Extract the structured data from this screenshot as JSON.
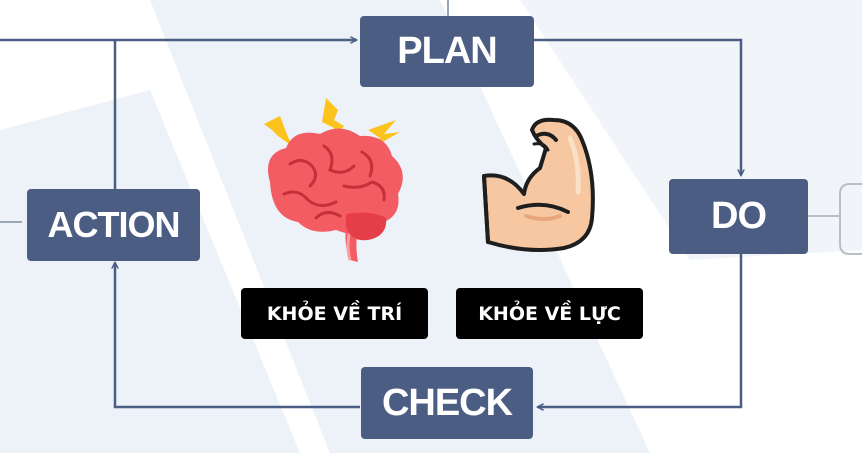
{
  "colors": {
    "box": "#4b5d82",
    "arrow": "#4b5d82",
    "background_shape": "#edf2f8",
    "label_bg": "#000000",
    "brain": "#f45c63",
    "lightning": "#fbc31b",
    "arm_skin": "#f6c7a0"
  },
  "cycle": {
    "plan": "PLAN",
    "do": "DO",
    "check": "CHECK",
    "action": "ACTION"
  },
  "labels": {
    "mind": "KHỎE VỀ TRÍ",
    "body": "KHỎE VỀ LỰC"
  },
  "icons": {
    "mind": "brain-icon",
    "body": "flexed-arm-icon"
  }
}
